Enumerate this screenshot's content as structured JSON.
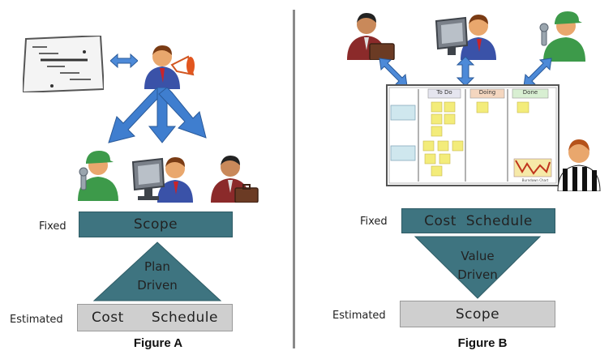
{
  "figure_a": {
    "caption": "Figure A",
    "fixed_label": "Fixed",
    "fixed_band": "Scope",
    "triangle_line1": "Plan",
    "triangle_line2": "Driven",
    "estimated_label": "Estimated",
    "estimated_band_left": "Cost",
    "estimated_band_right": "Schedule"
  },
  "figure_b": {
    "caption": "Figure B",
    "fixed_label": "Fixed",
    "fixed_band": "Cost  Schedule",
    "triangle_line1": "Value",
    "triangle_line2": "Driven",
    "estimated_label": "Estimated",
    "estimated_band": "Scope",
    "board_columns": [
      "To Do",
      "Doing",
      "Done"
    ],
    "burndown_label": "Burndown Chart"
  },
  "colors": {
    "teal": "#3e7480",
    "grey_band": "#cfcfcf",
    "arrow_blue": "#3f7ecf",
    "sticky": "#f3ec7a"
  }
}
